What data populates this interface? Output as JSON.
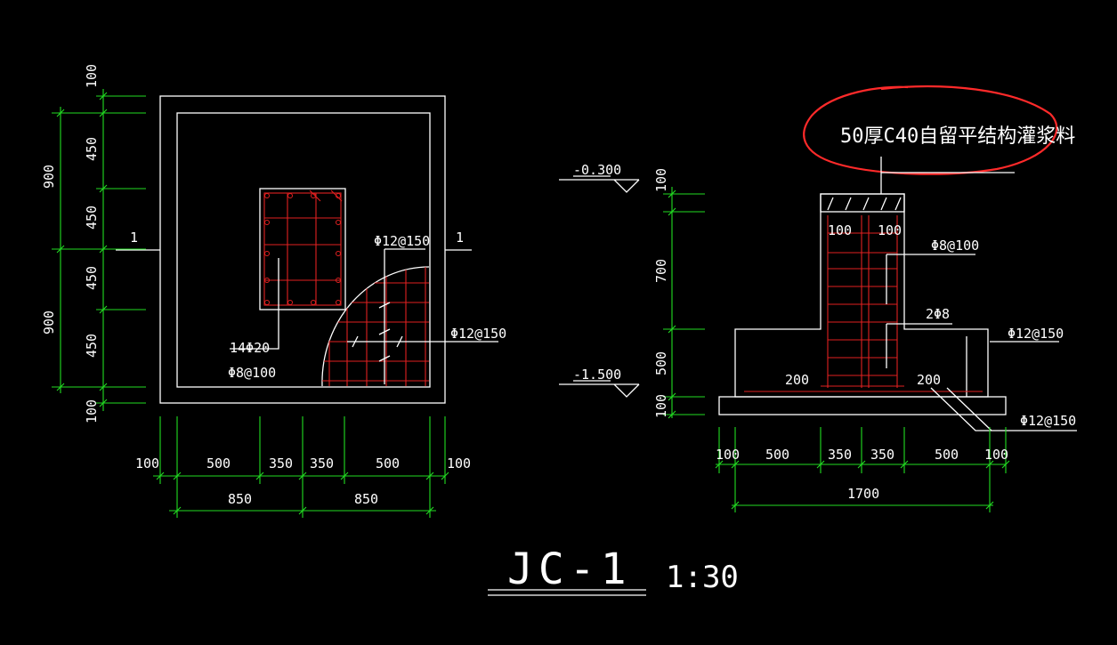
{
  "plan": {
    "left_dims": [
      "100",
      "450",
      "450",
      "450",
      "450",
      "100"
    ],
    "left_totals": [
      "900",
      "900"
    ],
    "bottom_dims": [
      "100",
      "500",
      "350",
      "350",
      "500",
      "100"
    ],
    "bottom_totals": [
      "850",
      "850"
    ],
    "section_mark": "1",
    "column_bars": "14Φ20",
    "column_ties": "Φ8@100",
    "mesh_top": "Φ12@150",
    "mesh_right": "Φ12@150"
  },
  "section": {
    "grout_note": "50厚C40自留平结构灌浆料",
    "elev_top": "-0.300",
    "elev_bottom": "-1.500",
    "vert_dims": [
      "100",
      "700",
      "500",
      "100"
    ],
    "col_cover_left": "100",
    "col_cover_right": "100",
    "stirrup_label": "Φ8@100",
    "bar_label": "2Φ8",
    "footing_rebar_label": "Φ12@150",
    "bottom_mesh_label": "Φ12@150",
    "anchor_left": "200",
    "anchor_right": "200",
    "bottom_dims": [
      "100",
      "500",
      "350",
      "350",
      "500",
      "100"
    ],
    "bottom_total": "1700"
  },
  "title": {
    "label": "JC-1",
    "scale": "1:30"
  }
}
